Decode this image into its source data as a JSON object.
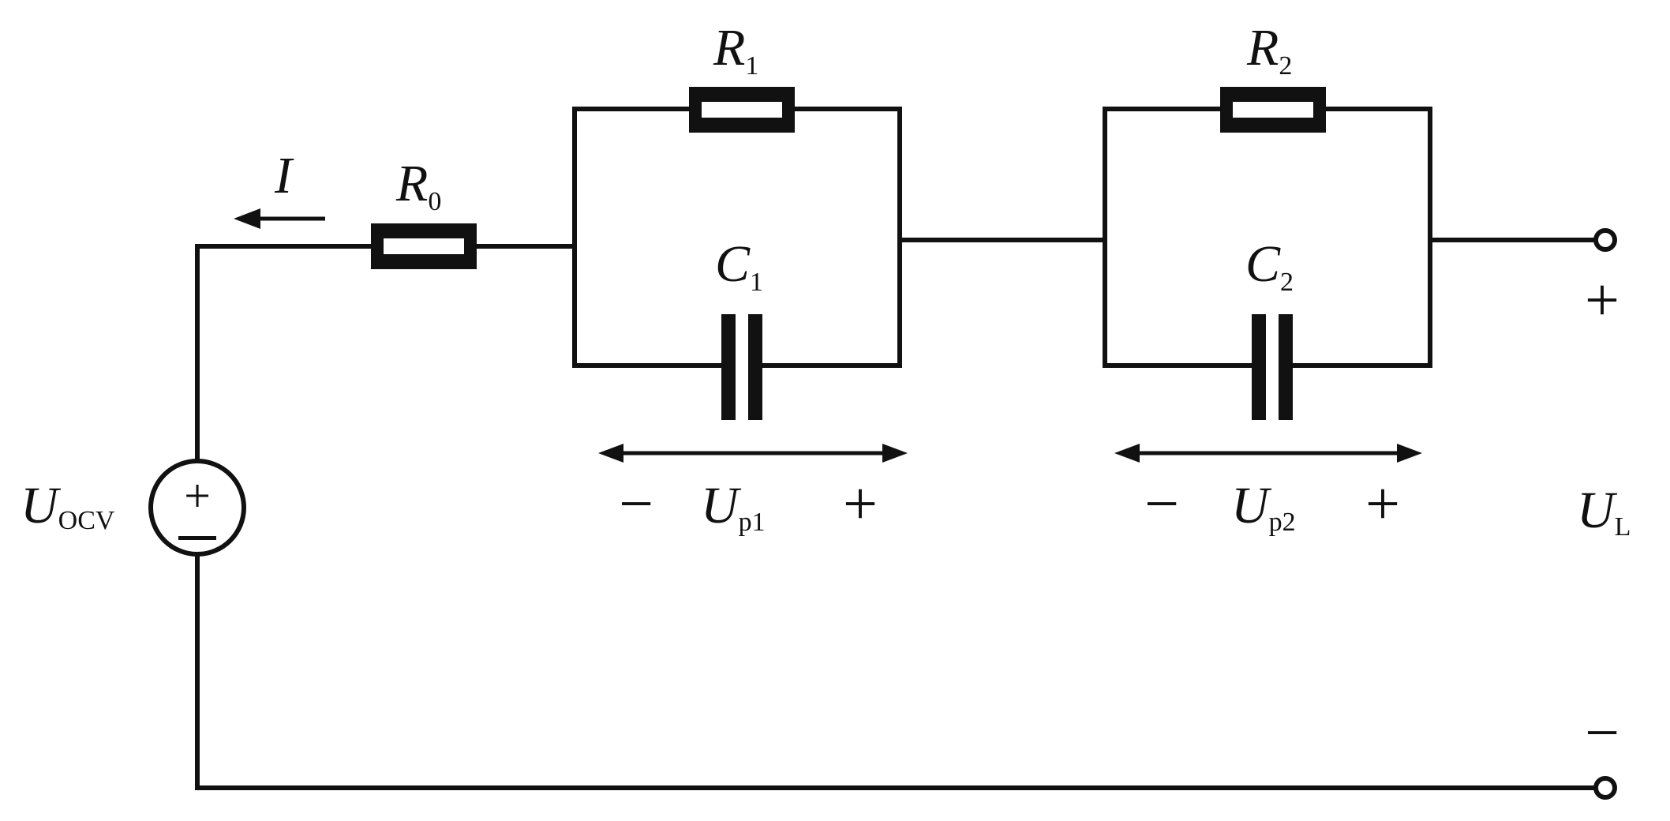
{
  "labels": {
    "current": "I",
    "r0": {
      "main": "R",
      "sub": "0"
    },
    "r1": {
      "main": "R",
      "sub": "1"
    },
    "r2": {
      "main": "R",
      "sub": "2"
    },
    "c1": {
      "main": "C",
      "sub": "1"
    },
    "c2": {
      "main": "C",
      "sub": "2"
    },
    "uocv": {
      "main": "U",
      "sub": "OCV"
    },
    "up1": {
      "main": "U",
      "sub": "p1"
    },
    "up2": {
      "main": "U",
      "sub": "p2"
    },
    "ul": {
      "main": "U",
      "sub": "L"
    }
  },
  "signs": {
    "minus": "−",
    "plus": "+",
    "source_plus": "+",
    "source_minus": "−"
  }
}
